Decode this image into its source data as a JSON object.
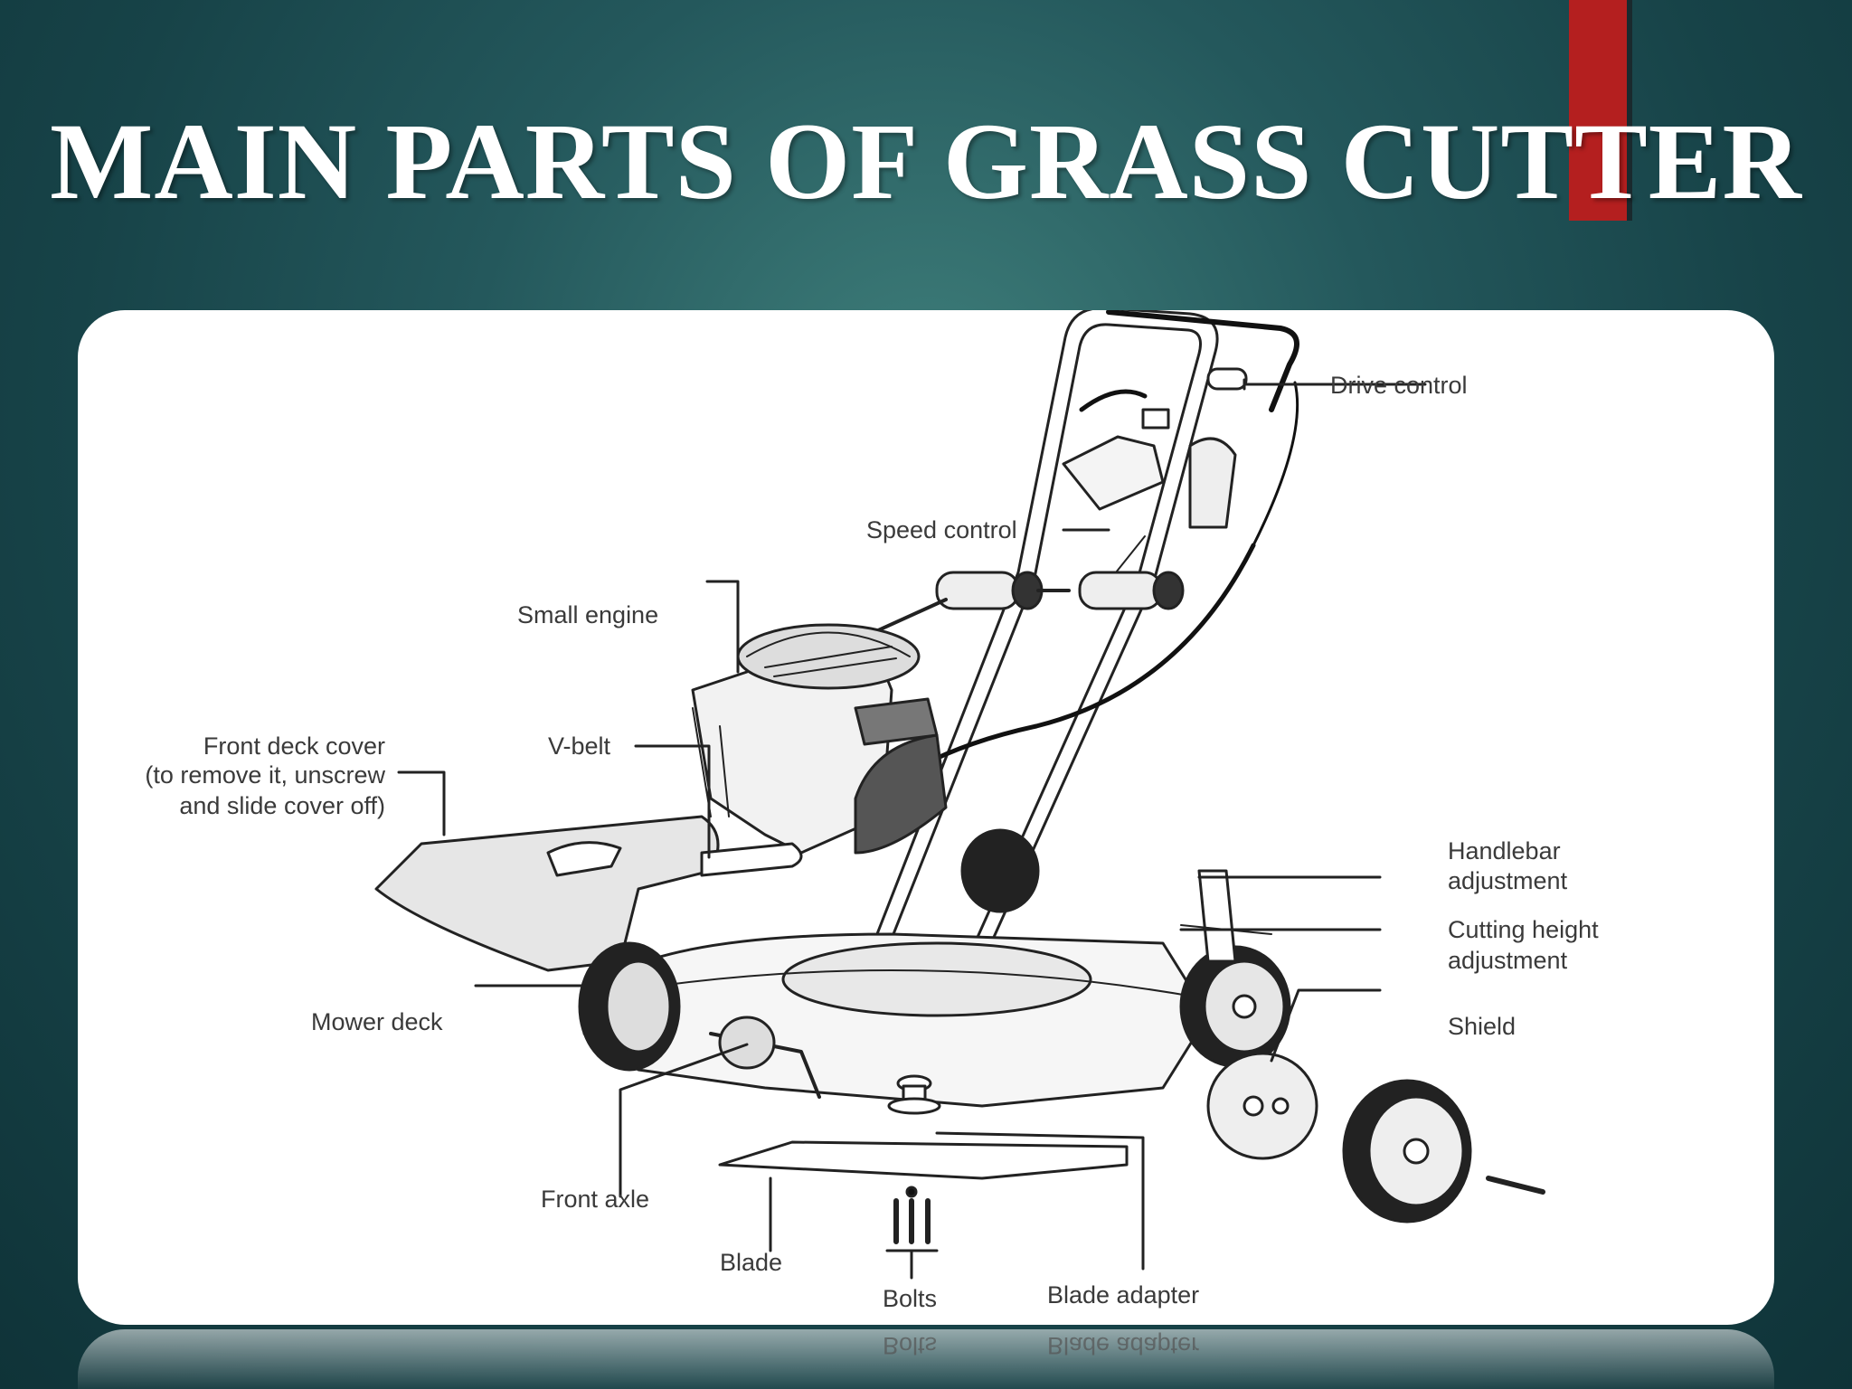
{
  "slide": {
    "title": "MAIN PARTS OF GRASS CUTTER",
    "accent_color": "#b41f1f",
    "background_color": "#1f4f53"
  },
  "diagram": {
    "labels": {
      "drive_control": "Drive control",
      "speed_control": "Speed control",
      "small_engine": "Small engine",
      "front_deck_cover_1": "Front deck cover",
      "front_deck_cover_2": "(to remove it, unscrew",
      "front_deck_cover_3": "and slide cover off)",
      "v_belt": "V-belt",
      "handlebar_adjustment_1": "Handlebar",
      "handlebar_adjustment_2": "adjustment",
      "cutting_height_1": "Cutting height",
      "cutting_height_2": "adjustment",
      "shield": "Shield",
      "mower_deck": "Mower deck",
      "front_axle": "Front axle",
      "blade": "Blade",
      "bolts": "Bolts",
      "blade_adapter": "Blade adapter"
    }
  }
}
